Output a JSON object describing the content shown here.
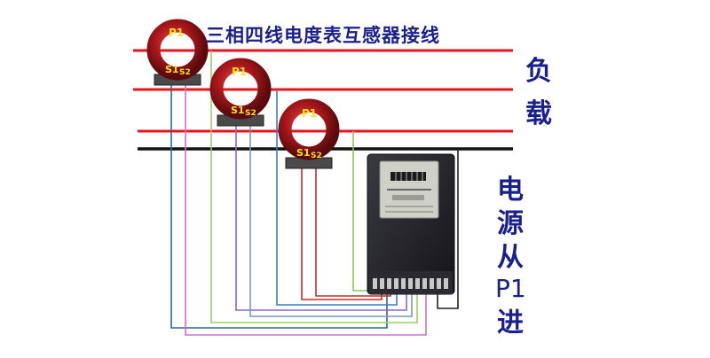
{
  "title": "三相四线电度表互感器接线",
  "load_label": [
    "负",
    "载"
  ],
  "source_label": [
    "电",
    "源",
    "从",
    "P1",
    "进"
  ],
  "transformers": [
    {
      "p1": "P1",
      "s1": "S1",
      "s2": "S2"
    },
    {
      "p1": "P1",
      "s1": "S1",
      "s2": "S2"
    },
    {
      "p1": "P1",
      "s1": "S1",
      "s2": "S2"
    }
  ],
  "colors": {
    "phase_line": "#e8141c",
    "neutral_line": "#111111",
    "title_text": "#1a1f8f",
    "ct_body": "#b31a1a",
    "ct_label": "#ffe11a",
    "meter_body": "#1f1f24"
  }
}
